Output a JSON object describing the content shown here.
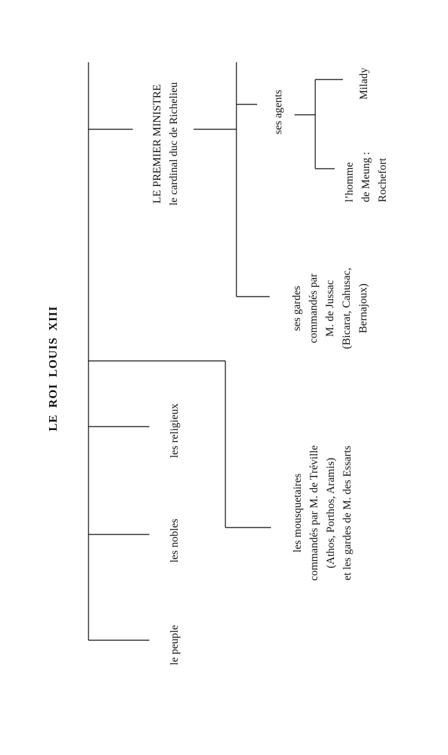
{
  "diagram": {
    "title": "LE  ROI  LOUIS  XIII",
    "nodes": {
      "peuple": "le peuple",
      "nobles": "les nobles",
      "religieux": "les religieux",
      "mousquetaires": [
        "les mousquetaires",
        "commandés par M. de Tréville",
        "(Athos, Porthos, Aramis)",
        "et les gardes de M. des Essarts"
      ],
      "ministre": [
        "LE  PREMIER  MINISTRE",
        "le cardinal duc de Richelieu"
      ],
      "gardes": [
        "ses gardes",
        "commandés par",
        "M. de Jussac",
        "(Bicarat, Cahusac,",
        "Bernajoux)"
      ],
      "agents": "ses agents",
      "homme": [
        "l’homme",
        "de Meung :",
        "Rochefort"
      ],
      "milady": "Milady"
    },
    "line_color": "#000000"
  }
}
